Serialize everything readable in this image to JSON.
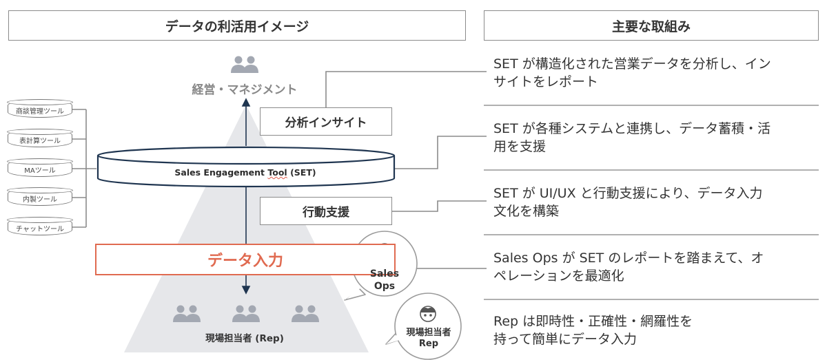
{
  "left_header": "データの利活用イメージ",
  "right_header": "主要な取組み",
  "tools": [
    "商談管理ツール",
    "表計算ツール",
    "MAツール",
    "内製ツール",
    "チャットツール"
  ],
  "management": "経営・マネジメント",
  "insight": "分析インサイト",
  "set_label_prefix": "Sales Engagement ",
  "set_label_wavy": "Tool",
  "set_label_suffix": " (SET)",
  "action": "行動支援",
  "data_input": "データ入力",
  "rep": "現場担当者 (Rep)",
  "ops_bubble": {
    "line1": "Sales",
    "line2": "Ops"
  },
  "rep_bubble": {
    "line1": "現場担当者",
    "line2": "Rep"
  },
  "initiatives": [
    {
      "line1": "SET が構造化された営業データを分析し、イン",
      "line2": "サイトをレポート"
    },
    {
      "line1": "SET が各種システムと連携し、データ蓄積・活",
      "line2": "用を支援"
    },
    {
      "line1": "SET が UI/UX と行動支援により、データ入力",
      "line2": "文化を構築"
    },
    {
      "line1": "Sales Ops が SET のレポートを踏まえて、オ",
      "line2": "ペレーションを最適化"
    },
    {
      "line1": "Rep は即時性・正確性・網羅性を",
      "line2": "持って簡単にデータ入力"
    }
  ],
  "colors": {
    "accent": "#e06a50",
    "pyramid": "#e6e7ea",
    "navy": "#1f3550",
    "gray_line": "#8a8a8a",
    "icon_gray": "#a3a8b2",
    "bubble_stroke": "#9a9a9a"
  }
}
